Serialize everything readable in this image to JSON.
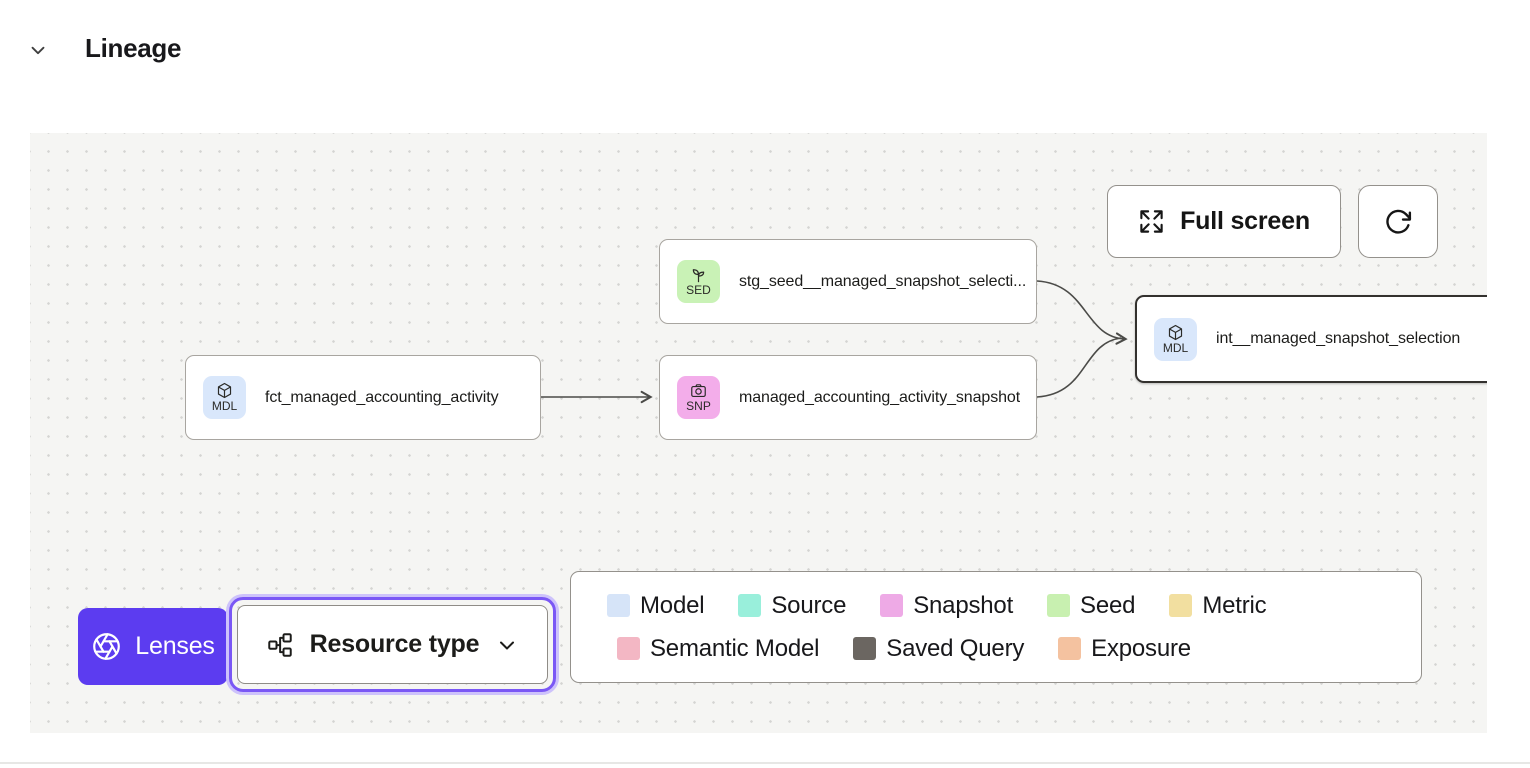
{
  "header": {
    "title": "Lineage"
  },
  "controls": {
    "full_screen_label": "Full screen"
  },
  "graph": {
    "nodes": [
      {
        "badge": "MDL",
        "label": "fct_managed_accounting_activity",
        "type": "model",
        "selected": false
      },
      {
        "badge": "SED",
        "label": "stg_seed__managed_snapshot_selecti...",
        "type": "seed",
        "selected": false
      },
      {
        "badge": "SNP",
        "label": "managed_accounting_activity_snapshot",
        "type": "snapshot",
        "selected": false
      },
      {
        "badge": "MDL",
        "label": "int__managed_snapshot_selection",
        "type": "model",
        "selected": true
      }
    ],
    "edges": [
      {
        "from": "fct_managed_accounting_activity",
        "to": "managed_accounting_activity_snapshot"
      },
      {
        "from": "stg_seed__managed_snapshot_selecti...",
        "to": "int__managed_snapshot_selection"
      },
      {
        "from": "managed_accounting_activity_snapshot",
        "to": "int__managed_snapshot_selection"
      }
    ]
  },
  "footer_controls": {
    "lenses_label": "Lenses",
    "resource_type_label": "Resource type"
  },
  "legend": {
    "items": [
      {
        "label": "Model",
        "color": "#d6e4f8"
      },
      {
        "label": "Source",
        "color": "#99efdb"
      },
      {
        "label": "Snapshot",
        "color": "#eeaae6"
      },
      {
        "label": "Seed",
        "color": "#c8f0b0"
      },
      {
        "label": "Metric",
        "color": "#f2dfa0"
      },
      {
        "label": "Semantic Model",
        "color": "#f3b7c4"
      },
      {
        "label": "Saved Query",
        "color": "#6b6661"
      },
      {
        "label": "Exposure",
        "color": "#f4c2a0"
      }
    ]
  },
  "colors": {
    "accent_purple": "#5c3cf0",
    "focus_ring_purple": "#7a57f5",
    "model_badge_bg": "#d9e7fb",
    "seed_badge_bg": "#c9f2b6",
    "snapshot_badge_bg": "#f3adea",
    "canvas_bg": "#f5f5f3",
    "edge_color": "#4b4b48"
  }
}
